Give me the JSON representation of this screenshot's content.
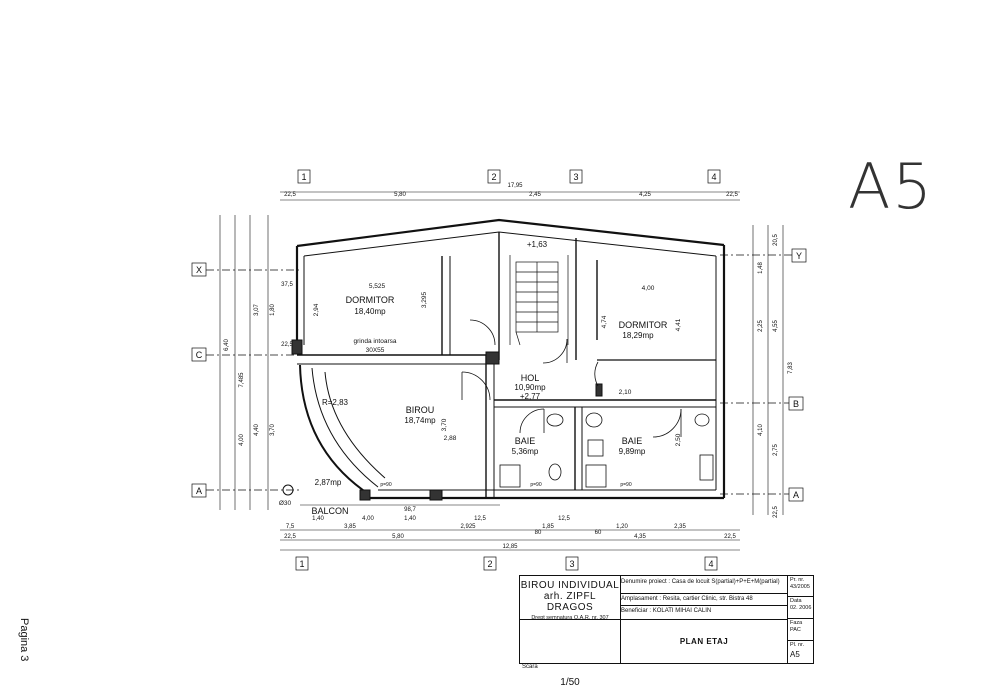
{
  "sheet": {
    "id": "A5",
    "side_label": "Pagina 3"
  },
  "grid": {
    "a1": "1",
    "a2": "2",
    "a3": "3",
    "a4": "4",
    "b1": "1",
    "b2": "2",
    "b3": "3",
    "b4": "4",
    "rx": "X",
    "rc": "C",
    "ra": "A",
    "ry": "Y",
    "rb": "B",
    "ra2": "A"
  },
  "dims_top": {
    "total": "17,95",
    "d1": "22,5",
    "d2": "5,80",
    "d3": "2,45",
    "d4": "4,25",
    "d5": "22,5"
  },
  "dims_bottom": {
    "r1": "2,925",
    "r2": "3,85",
    "r3": "1,85",
    "r4": "1,20",
    "r5": "2,35",
    "r6": "5,80",
    "r7": "4,35",
    "total": "12,85",
    "a": "7,5",
    "b": "1,40",
    "c": "4,00",
    "d": "98,7",
    "e": "1,40",
    "f": "12,5",
    "g": "12,5",
    "h": "80",
    "i": "60",
    "j": "22,5",
    "k": "22,5"
  },
  "dims_left": {
    "h1": "6,40",
    "h2": "7,485",
    "h3": "3,07",
    "h4": "4,00",
    "h5": "4,40",
    "h6": "1,80",
    "h7": "3,70",
    "h8": "37,5",
    "h9": "22,5"
  },
  "dims_right": {
    "v1": "1,48",
    "v2": "2,25",
    "v3": "4,55",
    "v4": "7,83",
    "v5": "4,10",
    "v6": "2,75",
    "v7": "20,5",
    "v8": "22,5"
  },
  "rooms": {
    "dorm1_name": "DORMITOR",
    "dorm1_area": "18,40mp",
    "dorm2_name": "DORMITOR",
    "dorm2_area": "18,29mp",
    "birou_name": "BIROU",
    "birou_area": "18,74mp",
    "hol_name": "HOL",
    "hol_area": "10,90mp",
    "hol_level": "+2,77",
    "baie1_name": "BAIE",
    "baie1_area": "5,36mp",
    "baie2_name": "BAIE",
    "baie2_area": "9,89mp",
    "balcon_name": "BALCON",
    "balcon_area": "2,87mp"
  },
  "notes": {
    "level": "+1,63",
    "beam": "grinda intoarsa",
    "beam_size": "30X55",
    "radius": "R=2,83",
    "pillar": "Ø30",
    "p90": "p=90",
    "d5525": "5,525",
    "d400": "4,00",
    "d294": "2,94",
    "d3295": "3,295",
    "d474": "4,74",
    "d441": "4,41",
    "d288": "2,88",
    "d370": "3,70",
    "d250": "2,50",
    "d210": "2,10"
  },
  "titleblock": {
    "office1": "BIROU INDIVIDUAL",
    "office2": "arh. ZIPFL DRAGOS",
    "office3": "Drept semnatura O.A.R. nr. 307",
    "proj_label": "Denumire proiect :",
    "proj_val": "Casa de locuit S(partial)+P+E+M(partial)",
    "loc_label": "Amplasament :",
    "loc_val": "Resita, cartier Clinic, str. Bistra 48",
    "ben_label": "Beneficiar :",
    "ben_val": "KOLATI MIHAI CALIN",
    "scale_label": "Scara",
    "scale_val": "1/50",
    "plan_title": "PLAN ETAJ",
    "pr_label": "Pr. nr.",
    "pr_val": "43/2005",
    "date_label": "Data",
    "date_val": "02. 2006",
    "faza_label": "Faza",
    "faza_val": "PAC",
    "pl_label": "Pl. nr.",
    "pl_val": "A5"
  }
}
